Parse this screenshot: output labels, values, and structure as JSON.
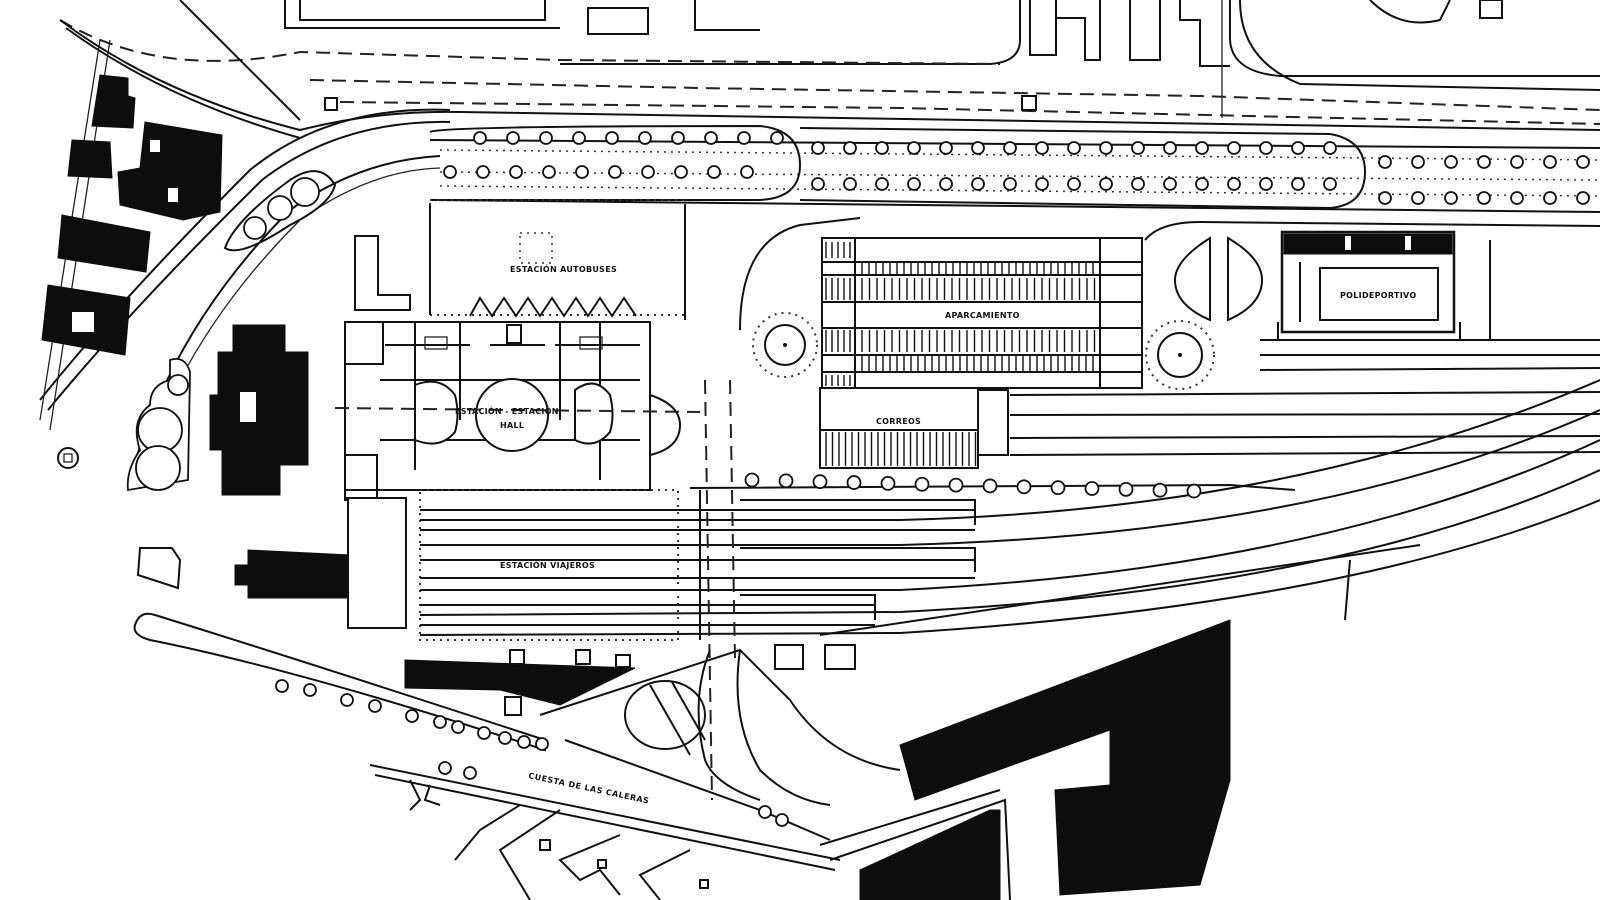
{
  "plan": {
    "type": "site-plan",
    "subject": "railway station complex",
    "colors": {
      "ink": "#111111",
      "paper": "#ffffff",
      "solid_buildings": "#0d0d0d"
    }
  },
  "labels": {
    "bus_station": "ESTACIÓN AUTOBUSES",
    "station_hall_line1": "ESTACIÓN - ESTACIÓN",
    "station_hall_line2": "HALL",
    "parking": "APARCAMIENTO",
    "post_office": "CORREOS",
    "sports_center": "POLIDEPORTIVO",
    "passenger_station": "ESTACIÓN VIAJEROS",
    "street": "CUESTA DE LAS CALERAS"
  }
}
